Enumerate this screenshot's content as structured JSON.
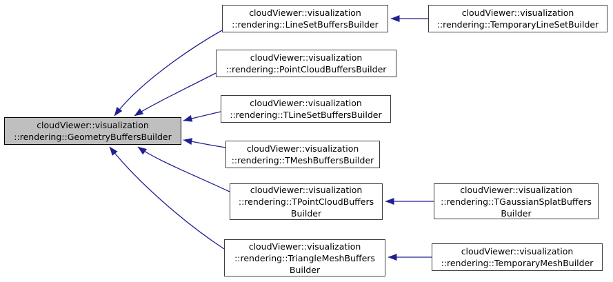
{
  "colors": {
    "background": "#ffffff",
    "node_fill": "#ffffff",
    "highlight_fill": "#bfbfbf",
    "node_border": "#3c3c3c",
    "highlight_border": "#000000",
    "edge": "#202090",
    "text": "#000000"
  },
  "nodes": {
    "geometrybuffersbuilder": {
      "lines": [
        "cloudViewer::visualization",
        "::rendering::GeometryBuffersBuilder"
      ],
      "highlighted": true
    },
    "linesetbuffersbuilder": {
      "lines": [
        "cloudViewer::visualization",
        "::rendering::LineSetBuffersBuilder"
      ]
    },
    "pointcloudbuffersbuilder": {
      "lines": [
        "cloudViewer::visualization",
        "::rendering::PointCloudBuffersBuilder"
      ]
    },
    "tlinesetbuffersbuilder": {
      "lines": [
        "cloudViewer::visualization",
        "::rendering::TLineSetBuffersBuilder"
      ]
    },
    "tmeshbuffersbuilder": {
      "lines": [
        "cloudViewer::visualization",
        "::rendering::TMeshBuffersBuilder"
      ]
    },
    "tpointcloudbuffersbuilder": {
      "lines": [
        "cloudViewer::visualization",
        "::rendering::TPointCloudBuffers",
        "Builder"
      ]
    },
    "trianglemeshbuffersbuilder": {
      "lines": [
        "cloudViewer::visualization",
        "::rendering::TriangleMeshBuffers",
        "Builder"
      ]
    },
    "temporarylinesetbuilder": {
      "lines": [
        "cloudViewer::visualization",
        "::rendering::TemporaryLineSetBuilder"
      ]
    },
    "tgaussiansplatbuffersbuilder": {
      "lines": [
        "cloudViewer::visualization",
        "::rendering::TGaussianSplatBuffers",
        "Builder"
      ]
    },
    "temporarymeshbuilder": {
      "lines": [
        "cloudViewer::visualization",
        "::rendering::TemporaryMeshBuilder"
      ]
    }
  },
  "edges": [
    {
      "from": "linesetbuffersbuilder",
      "to": "geometrybuffersbuilder",
      "relation": "inherits"
    },
    {
      "from": "pointcloudbuffersbuilder",
      "to": "geometrybuffersbuilder",
      "relation": "inherits"
    },
    {
      "from": "tlinesetbuffersbuilder",
      "to": "geometrybuffersbuilder",
      "relation": "inherits"
    },
    {
      "from": "tmeshbuffersbuilder",
      "to": "geometrybuffersbuilder",
      "relation": "inherits"
    },
    {
      "from": "tpointcloudbuffersbuilder",
      "to": "geometrybuffersbuilder",
      "relation": "inherits"
    },
    {
      "from": "trianglemeshbuffersbuilder",
      "to": "geometrybuffersbuilder",
      "relation": "inherits"
    },
    {
      "from": "temporarylinesetbuilder",
      "to": "linesetbuffersbuilder",
      "relation": "inherits"
    },
    {
      "from": "tgaussiansplatbuffersbuilder",
      "to": "tpointcloudbuffersbuilder",
      "relation": "inherits"
    },
    {
      "from": "temporarymeshbuilder",
      "to": "trianglemeshbuffersbuilder",
      "relation": "inherits"
    }
  ]
}
